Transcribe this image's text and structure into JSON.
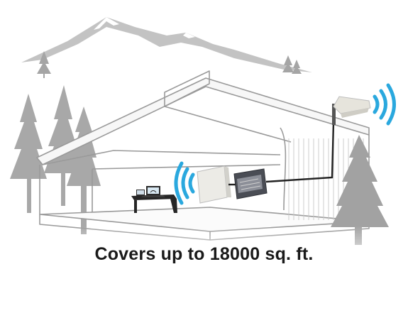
{
  "caption": "Covers up to 18000 sq. ft.",
  "colors": {
    "signal_wave": "#2aa8de",
    "line_art": "#9a9a9a",
    "trees": "#a9a9a9",
    "mountains": "#b7b7b7",
    "caption_text": "#1a1a1a",
    "cable": "#222222"
  },
  "icons": [
    "mountain-range",
    "pine-tree",
    "house-cutaway",
    "outdoor-yagi-antenna",
    "signal-booster",
    "indoor-panel-antenna",
    "laptop",
    "desk",
    "coax-cable",
    "signal-waves"
  ]
}
